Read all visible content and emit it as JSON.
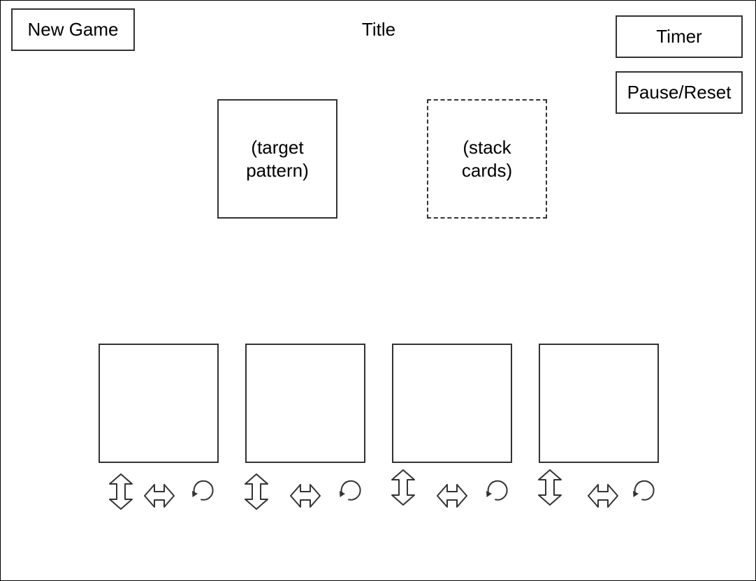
{
  "header": {
    "new_game_label": "New Game",
    "title": "Title",
    "timer_label": "Timer",
    "pause_reset_label": "Pause/Reset"
  },
  "board": {
    "target_label_line1": "(target",
    "target_label_line2": "pattern)",
    "stack_label_line1": "(stack",
    "stack_label_line2": "cards)"
  },
  "slots": [
    {
      "controls": [
        "flip-vertical-icon",
        "flip-horizontal-icon",
        "rotate-icon"
      ]
    },
    {
      "controls": [
        "flip-vertical-icon",
        "flip-horizontal-icon",
        "rotate-icon"
      ]
    },
    {
      "controls": [
        "flip-vertical-icon",
        "flip-horizontal-icon",
        "rotate-icon"
      ]
    },
    {
      "controls": [
        "flip-vertical-icon",
        "flip-horizontal-icon",
        "rotate-icon"
      ]
    }
  ],
  "colors": {
    "stroke": "#333333",
    "background": "#ffffff"
  }
}
